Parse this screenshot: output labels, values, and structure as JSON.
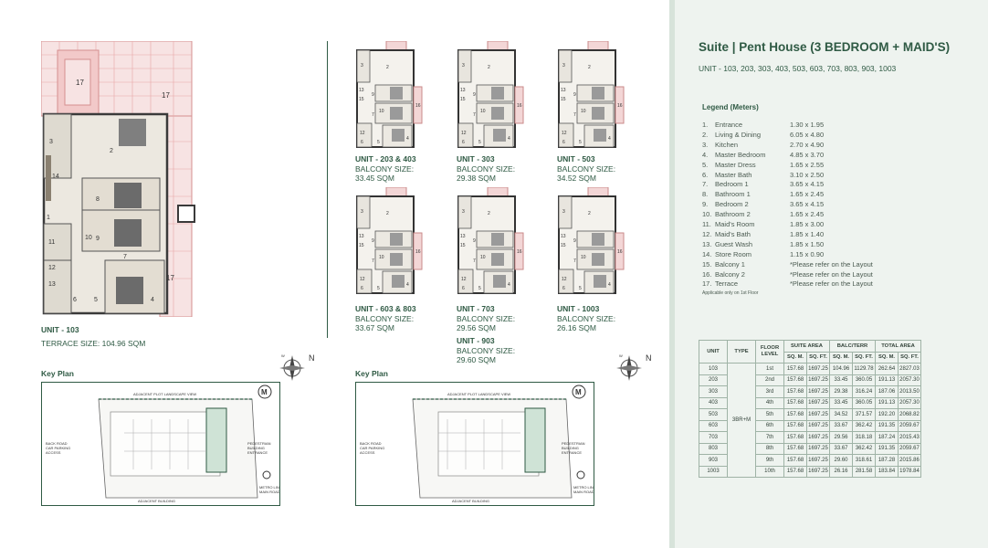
{
  "header": {
    "title": "Suite | Pent House (3 BEDROOM + MAID'S)",
    "units": "UNIT - 103, 203, 303, 403, 503, 603, 703, 803, 903, 1003"
  },
  "legend": {
    "title": "Legend (Meters)",
    "items": [
      {
        "n": "1.",
        "label": "Entrance",
        "value": "1.30 x 1.95"
      },
      {
        "n": "2.",
        "label": "Living & Dining",
        "value": "6.05 x 4.80"
      },
      {
        "n": "3.",
        "label": "Kitchen",
        "value": "2.70 x 4.90"
      },
      {
        "n": "4.",
        "label": "Master Bedroom",
        "value": "4.85 x 3.70"
      },
      {
        "n": "5.",
        "label": "Master Dress",
        "value": "1.65 x 2.55"
      },
      {
        "n": "6.",
        "label": "Master Bath",
        "value": "3.10 x 2.50"
      },
      {
        "n": "7.",
        "label": "Bedroom 1",
        "value": "3.65 x 4.15"
      },
      {
        "n": "8.",
        "label": "Bathroom 1",
        "value": "1.65 x 2.45"
      },
      {
        "n": "9.",
        "label": "Bedroom 2",
        "value": "3.65 x 4.15"
      },
      {
        "n": "10.",
        "label": "Bathroom 2",
        "value": "1.65 x 2.45"
      },
      {
        "n": "11.",
        "label": "Maid's Room",
        "value": "1.85 x 3.00"
      },
      {
        "n": "12.",
        "label": "Maid's Bath",
        "value": "1.85 x 1.40"
      },
      {
        "n": "13.",
        "label": "Guest Wash",
        "value": "1.85 x 1.50"
      },
      {
        "n": "14.",
        "label": "Store Room",
        "value": "1.15 x 0.90"
      },
      {
        "n": "15.",
        "label": "Balcony 1",
        "value": "*Please refer on the Layout"
      },
      {
        "n": "16.",
        "label": "Balcony 2",
        "value": "*Please refer on the Layout"
      },
      {
        "n": "17.",
        "label": "Terrace",
        "value": "*Please refer on the Layout"
      }
    ],
    "note": "Applicable only on 1st Floor"
  },
  "area_table": {
    "headers": {
      "unit": "UNIT",
      "type": "TYPE",
      "floor": "FLOOR LEVEL",
      "suite": "SUITE AREA",
      "balc": "BALC/TERR",
      "total": "TOTAL AREA",
      "sqm": "SQ. M.",
      "sqft": "SQ. FT."
    },
    "type_value": "3BR+M",
    "rows": [
      [
        "103",
        "1st",
        "157.68",
        "1697.25",
        "104.96",
        "1129.78",
        "262.64",
        "2827.03"
      ],
      [
        "203",
        "2nd",
        "157.68",
        "1697.25",
        "33.45",
        "360.05",
        "191.13",
        "2057.30"
      ],
      [
        "303",
        "3rd",
        "157.68",
        "1697.25",
        "29.38",
        "316.24",
        "187.06",
        "2013.50"
      ],
      [
        "403",
        "4th",
        "157.68",
        "1697.25",
        "33.45",
        "360.05",
        "191.13",
        "2057.30"
      ],
      [
        "503",
        "5th",
        "157.68",
        "1697.25",
        "34.52",
        "371.57",
        "192.20",
        "2068.82"
      ],
      [
        "603",
        "6th",
        "157.68",
        "1697.25",
        "33.67",
        "362.42",
        "191.35",
        "2059.67"
      ],
      [
        "703",
        "7th",
        "157.68",
        "1697.25",
        "29.56",
        "318.18",
        "187.24",
        "2015.43"
      ],
      [
        "803",
        "8th",
        "157.68",
        "1697.25",
        "33.67",
        "362.42",
        "191.35",
        "2059.67"
      ],
      [
        "903",
        "9th",
        "157.68",
        "1697.25",
        "29.60",
        "318.61",
        "187.28",
        "2015.86"
      ],
      [
        "1003",
        "10th",
        "157.68",
        "1697.25",
        "26.16",
        "281.58",
        "183.84",
        "1978.84"
      ]
    ]
  },
  "main_plan": {
    "unit": "UNIT - 103",
    "terrace": "TERRACE SIZE:  104.96 SQM",
    "room_numbers": [
      "17",
      "17",
      "17",
      "1",
      "2",
      "3",
      "4",
      "5",
      "6",
      "7",
      "8",
      "9",
      "10",
      "11",
      "12",
      "13",
      "14"
    ]
  },
  "small_plans": [
    {
      "unit": "UNIT - 203 & 403",
      "line1": "BALCONY SIZE:",
      "line2": "33.45 SQM"
    },
    {
      "unit": "UNIT - 303",
      "line1": "BALCONY SIZE:",
      "line2": "29.38 SQM"
    },
    {
      "unit": "UNIT - 503",
      "line1": "BALCONY SIZE:",
      "line2": "34.52 SQM"
    },
    {
      "unit": "UNIT - 603 & 803",
      "line1": "BALCONY SIZE:",
      "line2": "33.67 SQM"
    },
    {
      "unit": "UNIT - 703",
      "line1": "BALCONY SIZE:",
      "line2": "29.56 SQM"
    },
    {
      "unit": "UNIT - 1003",
      "line1": "BALCONY SIZE:",
      "line2": "26.16 SQM"
    },
    {
      "unit": "UNIT - 903",
      "line1": "BALCONY SIZE:",
      "line2": "29.60 SQM"
    }
  ],
  "keyplan": {
    "title": "Key Plan",
    "top": "ADJACENT PLOT LANDSCAPE VIEW",
    "bottom": "ADJACENT BUILDING",
    "left": "BACK ROAD\nCAR PARKING\nACCESS",
    "right": "PEDESTRIAN\nBUILDING\nENTRANCE",
    "metro": "METRO LINE\nMAIN ROAD",
    "m": "M",
    "north": "N",
    "compass_w": "W"
  },
  "colors": {
    "accent": "#2f5a44",
    "panel": "#eef3ef",
    "terrace": "#f3d6d6",
    "terrace_line": "#e7a6a6"
  }
}
